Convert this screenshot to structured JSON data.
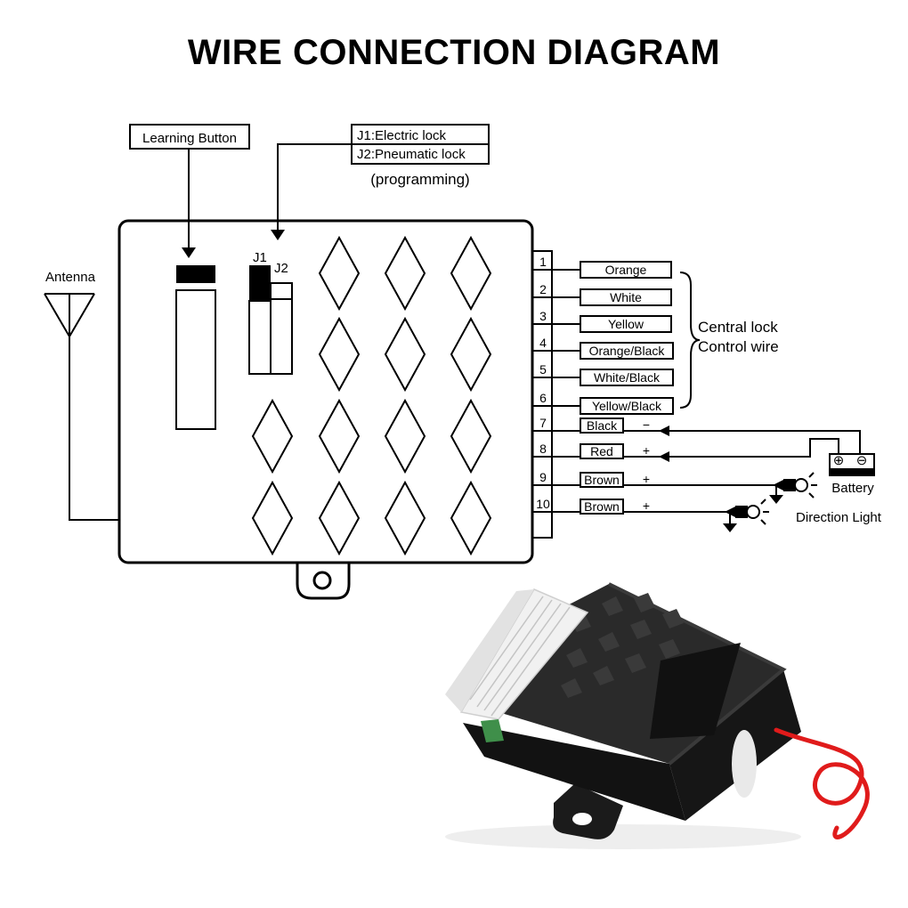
{
  "title": "WIRE CONNECTION DIAGRAM",
  "learning_button_label": "Learning Button",
  "jumper_box": {
    "line1": "J1:Electric lock",
    "line2": "J2:Pneumatic lock",
    "note": "(programming)"
  },
  "jumper_labels": {
    "j1": "J1",
    "j2": "J2"
  },
  "antenna_label": "Antenna",
  "pins": [
    {
      "num": "1",
      "wire": "Orange",
      "sign": ""
    },
    {
      "num": "2",
      "wire": "White",
      "sign": ""
    },
    {
      "num": "3",
      "wire": "Yellow",
      "sign": ""
    },
    {
      "num": "4",
      "wire": "Orange/Black",
      "sign": ""
    },
    {
      "num": "5",
      "wire": "White/Black",
      "sign": ""
    },
    {
      "num": "6",
      "wire": "Yellow/Black",
      "sign": ""
    },
    {
      "num": "7",
      "wire": "Black",
      "sign": "−"
    },
    {
      "num": "8",
      "wire": "Red",
      "sign": "+"
    },
    {
      "num": "9",
      "wire": "Brown",
      "sign": "+"
    },
    {
      "num": "10",
      "wire": "Brown",
      "sign": "+"
    }
  ],
  "central_lock_label": {
    "line1": "Central lock",
    "line2": "Control wire"
  },
  "battery_label": "Battery",
  "battery_terminals": {
    "pos": "⊕",
    "neg": "⊖"
  },
  "direction_light_label": "Direction Light",
  "colors": {
    "line": "#000000",
    "device_body": "#1e1e1e",
    "device_top": "#2b2b2b",
    "connector": "#f1f1f1",
    "pcb": "#3f8f4a",
    "wire_red": "#e01b1b"
  }
}
